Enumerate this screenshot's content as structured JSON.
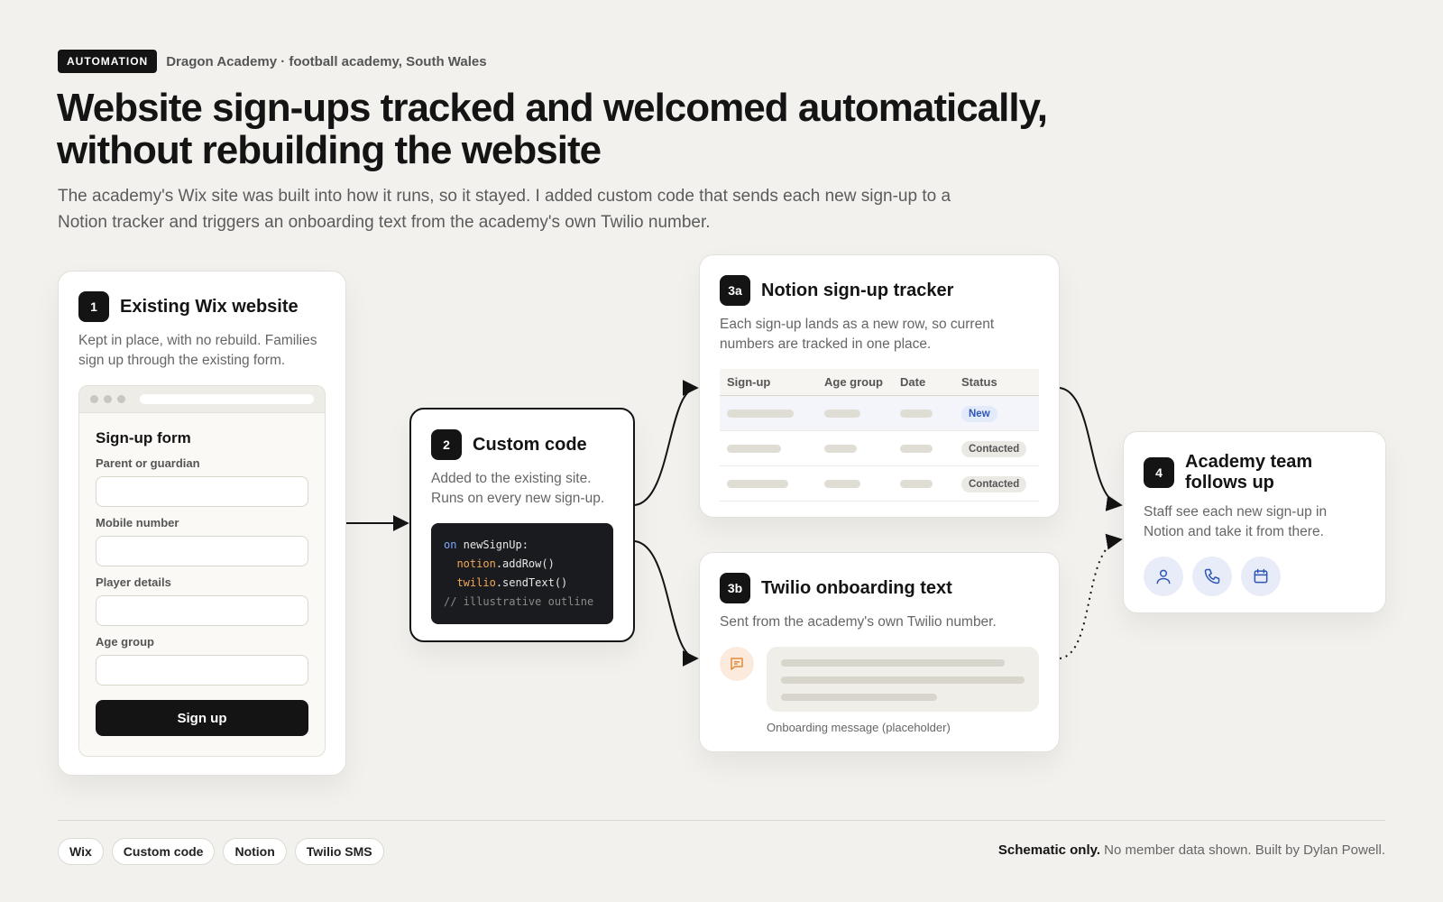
{
  "header": {
    "tag": "AUTOMATION",
    "context": "Dragon Academy · football academy, South Wales",
    "title_line1": "Website sign-ups tracked and welcomed automatically,",
    "title_line2": "without rebuilding the website",
    "lede_line1": "The academy's Wix site was built into how it runs, so it stayed. I added custom code that sends each new sign-up to a",
    "lede_line2": "Notion tracker and triggers an onboarding text from the academy's own Twilio number."
  },
  "step1": {
    "badge": "1",
    "title": "Existing Wix website",
    "desc": "Kept in place, with no rebuild. Families sign up through the existing form.",
    "form_title": "Sign-up form",
    "fields": [
      "Parent or guardian",
      "Mobile number",
      "Player details",
      "Age group"
    ],
    "button": "Sign up"
  },
  "step2": {
    "badge": "2",
    "title": "Custom code",
    "desc": "Added to the existing site. Runs on every new sign-up.",
    "code": {
      "kw": "on",
      "event": " newSignUp:",
      "obj1": "notion",
      "call1": ".addRow()",
      "obj2": "twilio",
      "call2": ".sendText()",
      "comment": "// illustrative outline"
    }
  },
  "step3a": {
    "badge": "3a",
    "title": "Notion sign-up tracker",
    "desc": "Each sign-up lands as a new row, so current numbers are tracked in one place.",
    "columns": [
      "Sign-up",
      "Age group",
      "Date",
      "Status"
    ],
    "rows": [
      {
        "status": "New",
        "status_kind": "new"
      },
      {
        "status": "Contacted",
        "status_kind": "contacted"
      },
      {
        "status": "Contacted",
        "status_kind": "contacted"
      }
    ]
  },
  "step3b": {
    "badge": "3b",
    "title": "Twilio onboarding text",
    "desc": "Sent from the academy's own Twilio number.",
    "icon": "message-icon",
    "caption": "Onboarding message (placeholder)"
  },
  "step4": {
    "badge": "4",
    "title": "Academy team follows up",
    "desc": "Staff see each new sign-up in Notion and take it from there.",
    "icons": [
      "person-icon",
      "phone-icon",
      "calendar-icon"
    ]
  },
  "footer": {
    "chips": [
      "Wix",
      "Custom code",
      "Notion",
      "Twilio SMS"
    ],
    "note_bold": "Schematic only.",
    "note_rest": " No member data shown. Built by Dylan Powell."
  },
  "colors": {
    "background": "#f2f1ee",
    "ink": "#141414",
    "new_status": "#2e56b3",
    "code_keyword": "#7aa7ff",
    "code_object": "#f2a65a",
    "message_accent": "#e08a3c"
  }
}
